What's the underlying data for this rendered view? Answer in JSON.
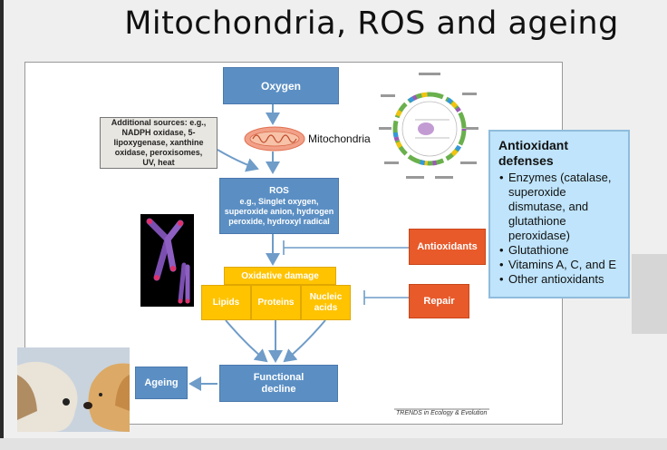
{
  "slide": {
    "title": "Mitochondria, ROS and ageing"
  },
  "diagram": {
    "oxygen": "Oxygen",
    "mitochondria_label": "Mitochondria",
    "additional_sources": [
      "Additional sources: e.g.,",
      "NADPH oxidase, 5-",
      "lipoxygenase, xanthine",
      "oxidase, peroxisomes,",
      "UV, heat"
    ],
    "ros_title": "ROS",
    "ros_detail": [
      "e.g., Singlet oxygen,",
      "superoxide anion, hydrogen",
      "peroxide, hydroxyl radical"
    ],
    "antioxidants": "Antioxidants",
    "oxidative_damage": "Oxidative damage",
    "lipids": "Lipids",
    "proteins": "Proteins",
    "nucleic_acids": [
      "Nucleic",
      "acids"
    ],
    "repair": "Repair",
    "functional_decline": [
      "Functional",
      "decline"
    ],
    "ageing": "Ageing",
    "source_credit": "TRENDS in Ecology & Evolution"
  },
  "callout": {
    "heading": [
      "Antioxidant",
      "defenses"
    ],
    "items": [
      "Enzymes (catalase, superoxide dismutase, and glutathione peroxidase)",
      "Glutathione",
      "Vitamins A, C, and E",
      "Other antioxidants"
    ]
  },
  "colors": {
    "blue_box": "#5b8fc4",
    "orange_box": "#e85a2a",
    "yellow_box": "#ffc300",
    "callout_bg": "#bfe4fb",
    "arrow": "#6f9cc8"
  },
  "images": {
    "chromosomes": "chromosome-image",
    "dogs": "dogs-photo",
    "mitochondrial_genome": "mitochondrial-genome-map"
  }
}
